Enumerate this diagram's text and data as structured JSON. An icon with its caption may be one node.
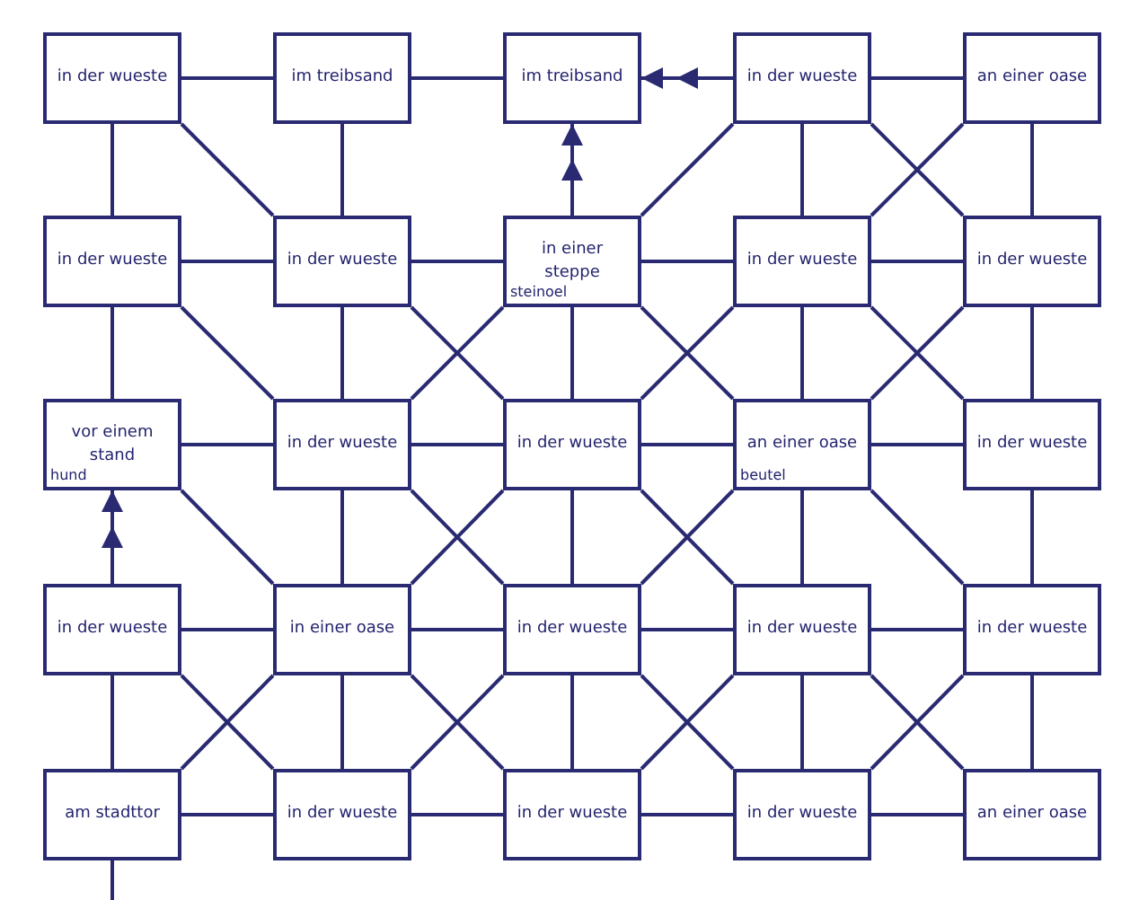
{
  "diagram": {
    "nodes": [
      {
        "text": [
          "in der wueste"
        ]
      },
      {
        "text": [
          "im treibsand"
        ]
      },
      {
        "text": [
          "im treibsand"
        ]
      },
      {
        "text": [
          "in der wueste"
        ]
      },
      {
        "text": [
          "an einer oase"
        ]
      },
      {
        "text": [
          "in der wueste"
        ]
      },
      {
        "text": [
          "in der wueste"
        ]
      },
      {
        "text": [
          "in einer steppe",
          "steinoel"
        ]
      },
      {
        "text": [
          "in der wueste"
        ]
      },
      {
        "text": [
          "in der wueste"
        ]
      },
      {
        "text": [
          "vor einem stand",
          "hund"
        ]
      },
      {
        "text": [
          "in der wueste"
        ]
      },
      {
        "text": [
          "in der wueste"
        ]
      },
      {
        "text": [
          "an einer oase",
          "beutel"
        ]
      },
      {
        "text": [
          "in der wueste"
        ]
      },
      {
        "text": [
          "in der wueste"
        ]
      },
      {
        "text": [
          "in einer oase"
        ]
      },
      {
        "text": [
          "in der wueste"
        ]
      },
      {
        "text": [
          "in der wueste"
        ]
      },
      {
        "text": [
          "in der wueste"
        ]
      },
      {
        "text": [
          "am stadttor"
        ]
      },
      {
        "text": [
          "in der wueste"
        ]
      },
      {
        "text": [
          "in der wueste"
        ]
      },
      {
        "text": [
          "in der wueste"
        ]
      },
      {
        "text": [
          "an einer oase"
        ]
      }
    ],
    "edges": [
      {
        "from": 0,
        "to": 1,
        "arrow": "none"
      },
      {
        "from": 1,
        "to": 2,
        "arrow": "none"
      },
      {
        "from": 3,
        "to": 2,
        "arrow": "to"
      },
      {
        "from": 3,
        "to": 4,
        "arrow": "none"
      },
      {
        "from": 5,
        "to": 6,
        "arrow": "none"
      },
      {
        "from": 6,
        "to": 7,
        "arrow": "none"
      },
      {
        "from": 7,
        "to": 8,
        "arrow": "none"
      },
      {
        "from": 8,
        "to": 9,
        "arrow": "none"
      },
      {
        "from": 10,
        "to": 11,
        "arrow": "none"
      },
      {
        "from": 11,
        "to": 12,
        "arrow": "none"
      },
      {
        "from": 12,
        "to": 13,
        "arrow": "none"
      },
      {
        "from": 13,
        "to": 14,
        "arrow": "none"
      },
      {
        "from": 15,
        "to": 16,
        "arrow": "none"
      },
      {
        "from": 16,
        "to": 17,
        "arrow": "none"
      },
      {
        "from": 17,
        "to": 18,
        "arrow": "none"
      },
      {
        "from": 18,
        "to": 19,
        "arrow": "none"
      },
      {
        "from": 20,
        "to": 21,
        "arrow": "none"
      },
      {
        "from": 21,
        "to": 22,
        "arrow": "none"
      },
      {
        "from": 22,
        "to": 23,
        "arrow": "none"
      },
      {
        "from": 23,
        "to": 24,
        "arrow": "none"
      },
      {
        "from": 0,
        "to": 5,
        "arrow": "none"
      },
      {
        "from": 5,
        "to": 10,
        "arrow": "none"
      },
      {
        "from": 15,
        "to": 10,
        "arrow": "to"
      },
      {
        "from": 15,
        "to": 20,
        "arrow": "none"
      },
      {
        "from": 1,
        "to": 6,
        "arrow": "none"
      },
      {
        "from": 6,
        "to": 11,
        "arrow": "none"
      },
      {
        "from": 11,
        "to": 16,
        "arrow": "none"
      },
      {
        "from": 16,
        "to": 21,
        "arrow": "none"
      },
      {
        "from": 7,
        "to": 2,
        "arrow": "to"
      },
      {
        "from": 7,
        "to": 12,
        "arrow": "none"
      },
      {
        "from": 12,
        "to": 17,
        "arrow": "none"
      },
      {
        "from": 17,
        "to": 22,
        "arrow": "none"
      },
      {
        "from": 3,
        "to": 8,
        "arrow": "none"
      },
      {
        "from": 8,
        "to": 13,
        "arrow": "none"
      },
      {
        "from": 13,
        "to": 18,
        "arrow": "none"
      },
      {
        "from": 18,
        "to": 23,
        "arrow": "none"
      },
      {
        "from": 4,
        "to": 9,
        "arrow": "none"
      },
      {
        "from": 9,
        "to": 14,
        "arrow": "none"
      },
      {
        "from": 14,
        "to": 19,
        "arrow": "none"
      },
      {
        "from": 19,
        "to": 24,
        "arrow": "none"
      },
      {
        "from": 0,
        "to": 6,
        "arrow": "none"
      },
      {
        "from": 3,
        "to": 7,
        "arrow": "none"
      },
      {
        "from": 3,
        "to": 9,
        "arrow": "none"
      },
      {
        "from": 4,
        "to": 8,
        "arrow": "none"
      },
      {
        "from": 5,
        "to": 11,
        "arrow": "none"
      },
      {
        "from": 6,
        "to": 12,
        "arrow": "none"
      },
      {
        "from": 7,
        "to": 11,
        "arrow": "none"
      },
      {
        "from": 7,
        "to": 13,
        "arrow": "none"
      },
      {
        "from": 8,
        "to": 12,
        "arrow": "none"
      },
      {
        "from": 8,
        "to": 14,
        "arrow": "none"
      },
      {
        "from": 9,
        "to": 13,
        "arrow": "none"
      },
      {
        "from": 10,
        "to": 16,
        "arrow": "none"
      },
      {
        "from": 11,
        "to": 17,
        "arrow": "none"
      },
      {
        "from": 12,
        "to": 16,
        "arrow": "none"
      },
      {
        "from": 12,
        "to": 18,
        "arrow": "none"
      },
      {
        "from": 13,
        "to": 17,
        "arrow": "none"
      },
      {
        "from": 13,
        "to": 19,
        "arrow": "none"
      },
      {
        "from": 15,
        "to": 21,
        "arrow": "none"
      },
      {
        "from": 16,
        "to": 20,
        "arrow": "none"
      },
      {
        "from": 16,
        "to": 22,
        "arrow": "none"
      },
      {
        "from": 17,
        "to": 21,
        "arrow": "none"
      },
      {
        "from": 17,
        "to": 23,
        "arrow": "none"
      },
      {
        "from": 18,
        "to": 22,
        "arrow": "none"
      },
      {
        "from": 18,
        "to": 24,
        "arrow": "none"
      },
      {
        "from": 19,
        "to": 23,
        "arrow": "none"
      },
      {
        "from": 20,
        "to": null,
        "arrow": "none"
      }
    ]
  }
}
